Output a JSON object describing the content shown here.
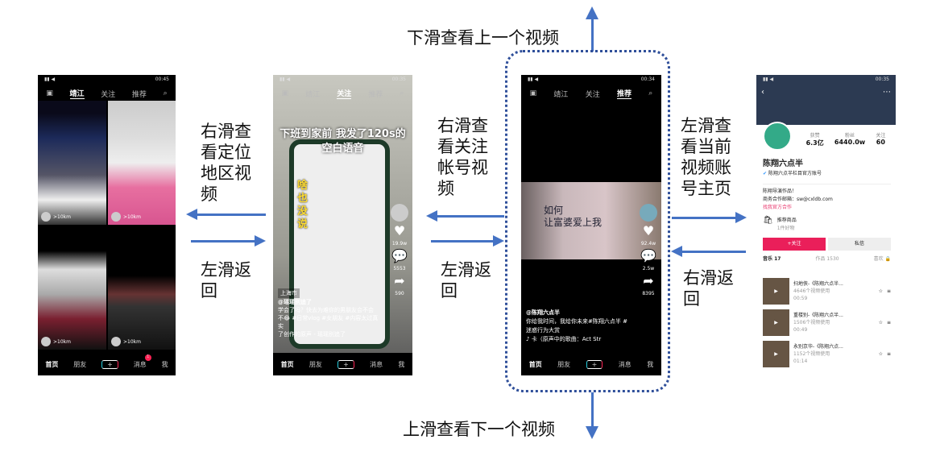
{
  "annotations": {
    "swipe_down": "下滑查看上一个视频",
    "swipe_up": "上滑查看下一个视频",
    "right_to_local": "右滑查\n看定位\n地区视\n频",
    "left_back_1": "左滑返\n回",
    "right_to_following": "右滑查\n看关注\n帐号视\n频",
    "left_back_2": "左滑返\n回",
    "left_to_profile": "左滑查\n看当前\n视频账\n号主页",
    "right_back": "右滑返\n回"
  },
  "arrow_color": "#4472c4",
  "tabs": {
    "city": "靖江",
    "following": "关注",
    "recommend": "推荐"
  },
  "nav": {
    "home": "首页",
    "friends": "朋友",
    "plus": "+",
    "messages": "消息",
    "me": "我",
    "badge": "1"
  },
  "phone1": {
    "time": "00:45",
    "distances": [
      ">10km",
      ">10km",
      ">10km",
      ">10km"
    ]
  },
  "phone2": {
    "time": "00:35",
    "caption_top": "下班到家前 我发了120s的",
    "caption_top2": "空白语音",
    "side_text": "啥也没说",
    "location": "上海市",
    "user": "@瑶瑶别追了",
    "desc": "学会了吗？快去为难你的男朋友会不会不😂 #日常vlog #女朋友 #内容太过真实",
    "music": "了创作的原声 - 瑶瑶别追了",
    "likes": "19.9w",
    "comments": "5553",
    "shares": "590"
  },
  "phone3": {
    "time": "00:34",
    "book_title1": "如何",
    "book_title2": "让富婆爱上我",
    "user": "@陈翔六点半",
    "desc": "你给我时间，我给你未来#陈翔六点半 #迷惑行为大赏",
    "music": "♪ 卡（原声中的歌曲：Act Str",
    "likes": "92.4w",
    "comments": "2.5w",
    "shares": "8395"
  },
  "phone4": {
    "time": "00:35",
    "stats": [
      {
        "label": "获赞",
        "value": "6.3亿"
      },
      {
        "label": "粉丝",
        "value": "6440.0w"
      },
      {
        "label": "关注",
        "value": "60"
      }
    ],
    "name": "陈翔六点半",
    "verified": "陈翔六点半栏目官方账号",
    "bio1": "陈翔导演作品！",
    "bio2": "商务合作邮箱：sw@cxldb.com",
    "bio_link": "找我官方合作",
    "shop": "推荐商品",
    "shop_sub": "1件好物",
    "follow": "+关注",
    "message": "私信",
    "tabs": [
      "音乐 17",
      "作品 1530",
      "喜欢 🔒"
    ],
    "songs": [
      {
        "title": "扫地侠-《陈翔六点半...",
        "uses": "4646个视频使用",
        "dur": "00:59"
      },
      {
        "title": "重楼别-《陈翔六点半...",
        "uses": "1506个视频使用",
        "dur": "00:49"
      },
      {
        "title": "永别京华-《陈翔六点...",
        "uses": "1152个视频使用",
        "dur": "01:14"
      }
    ]
  }
}
